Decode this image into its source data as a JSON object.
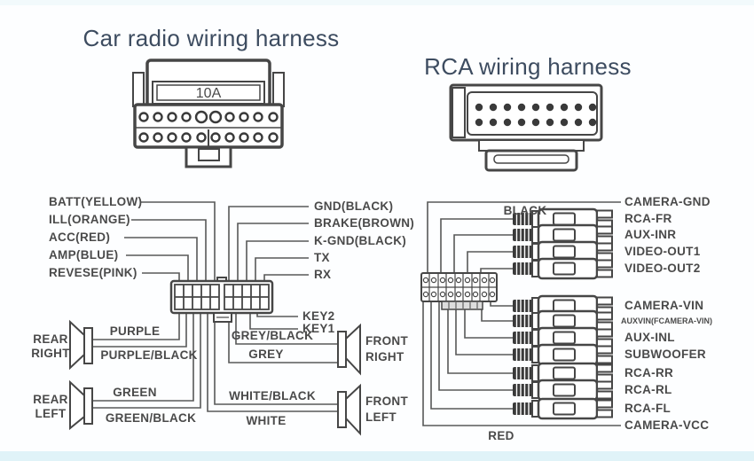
{
  "radio": {
    "title": "Car radio wiring harness",
    "fuse": "10A",
    "left_pins": [
      "BATT(YELLOW)",
      "ILL(ORANGE)",
      "ACC(RED)",
      "AMP(BLUE)",
      "REVESE(PINK)"
    ],
    "right_pins": [
      "GND(BLACK)",
      "BRAKE(BROWN)",
      "K-GND(BLACK)",
      "TX",
      "RX"
    ],
    "keys": [
      "KEY2",
      "KEY1"
    ],
    "wire_labels": {
      "purple": "PURPLE",
      "purple_black": "PURPLE/BLACK",
      "green": "GREEN",
      "green_black": "GREEN/BLACK",
      "grey": "GREY",
      "grey_black": "GREY/BLACK",
      "white": "WHITE",
      "white_black": "WHITE/BLACK"
    },
    "speakers": {
      "rear_right": {
        "l1": "REAR",
        "l2": "RIGHT"
      },
      "rear_left": {
        "l1": "REAR",
        "l2": "LEFT"
      },
      "front_right": {
        "l1": "FRONT",
        "l2": "RIGHT"
      },
      "front_left": {
        "l1": "FRONT",
        "l2": "LEFT"
      }
    }
  },
  "rca": {
    "title": "RCA wiring harness",
    "black": "BLACK",
    "red": "RED",
    "items": [
      "CAMERA-GND",
      "RCA-FR",
      "AUX-INR",
      "VIDEO-OUT1",
      "VIDEO-OUT2",
      "CAMERA-VIN",
      "AUXVIN(FCAMERA-VIN)",
      "AUX-INL",
      "SUBWOOFER",
      "RCA-RR",
      "RCA-RL",
      "RCA-FL",
      "CAMERA-VCC"
    ]
  },
  "colors": {
    "line": "#585858",
    "text": "#4a4a4a",
    "title": "#3d4c60",
    "footer_strip": "#e0f3f8"
  }
}
